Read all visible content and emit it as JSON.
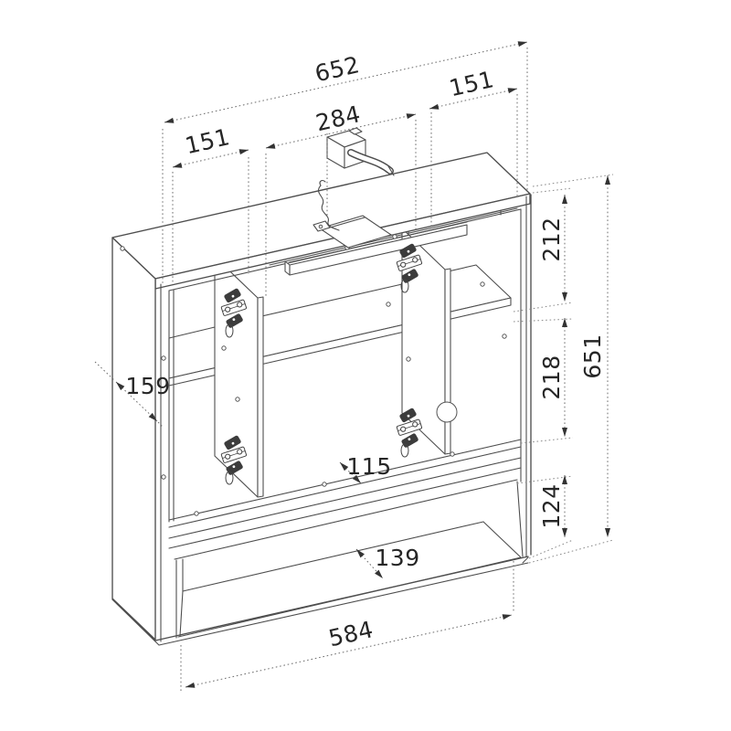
{
  "drawing": {
    "type": "isometric-furniture-dimension-drawing",
    "subject": "mirror cabinet with light fixture, shelves and hinges",
    "colors": {
      "background": "#ffffff",
      "line": "#4e4e4e",
      "dimension_line": "#6b6b6b",
      "text": "#262626",
      "hinge_dark": "#3c3c3c"
    },
    "dimensions": {
      "top_total_width": "652",
      "top_right_section": "151",
      "top_center_section": "284",
      "top_left_section": "151",
      "upper_section_height": "212",
      "middle_section_height": "218",
      "total_height": "651",
      "bottom_compartment_height": "124",
      "side_depth": "159",
      "mid_shelf_depth": "115",
      "bottom_shelf_depth": "139",
      "bottom_total_width": "584"
    }
  }
}
